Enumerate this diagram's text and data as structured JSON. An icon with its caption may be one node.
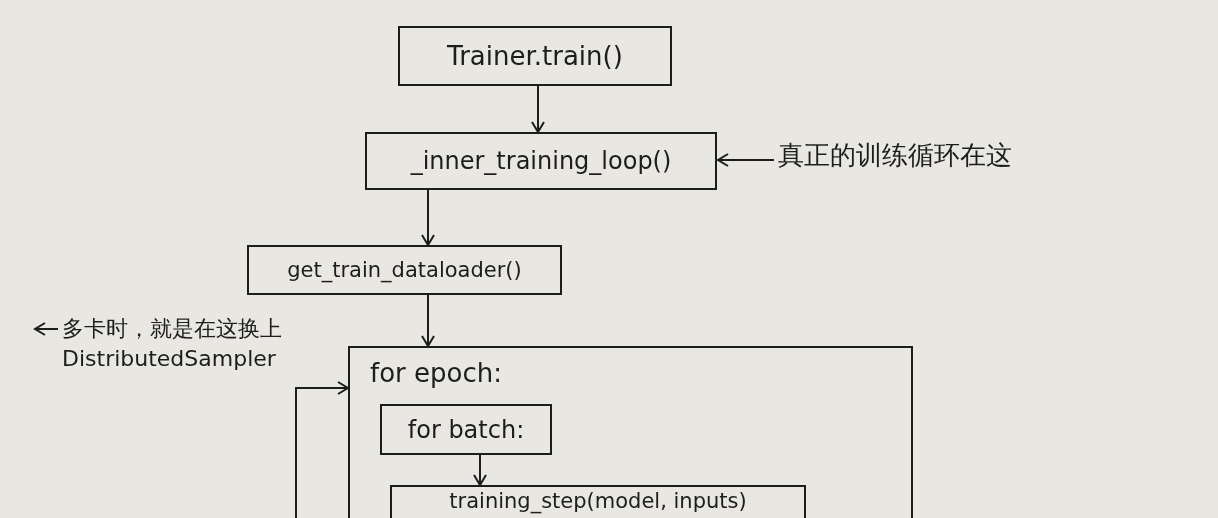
{
  "diagram": {
    "nodes": [
      {
        "text": [
          "Trainer.train()"
        ]
      },
      {
        "text": [
          "_inner_training_loop()"
        ]
      },
      {
        "text": [
          "真正的训练循环在这"
        ]
      },
      {
        "text": [
          "get_train_dataloader()"
        ]
      },
      {
        "text": [
          "多卡时，就是在这换上 DistributedSampler"
        ]
      },
      {
        "text": [
          "for epoch:"
        ]
      },
      {
        "text": [
          "for batch:"
        ],
        "in": 5
      },
      {
        "text": [
          "training_step(model, inputs)"
        ],
        "in": 5
      }
    ],
    "edges": [
      {
        "from": 0,
        "to": 1,
        "arrow": "to"
      },
      {
        "from": 1,
        "to": 3,
        "arrow": "to"
      },
      {
        "from": 3,
        "to": 5,
        "arrow": "to"
      },
      {
        "from": 6,
        "to": 7,
        "arrow": "to"
      },
      {
        "from": null,
        "to": 5,
        "arrow": "to"
      },
      {
        "from": 2,
        "to": 1,
        "arrow": "to"
      },
      {
        "from": 4,
        "to": null,
        "arrow": "to"
      }
    ]
  }
}
